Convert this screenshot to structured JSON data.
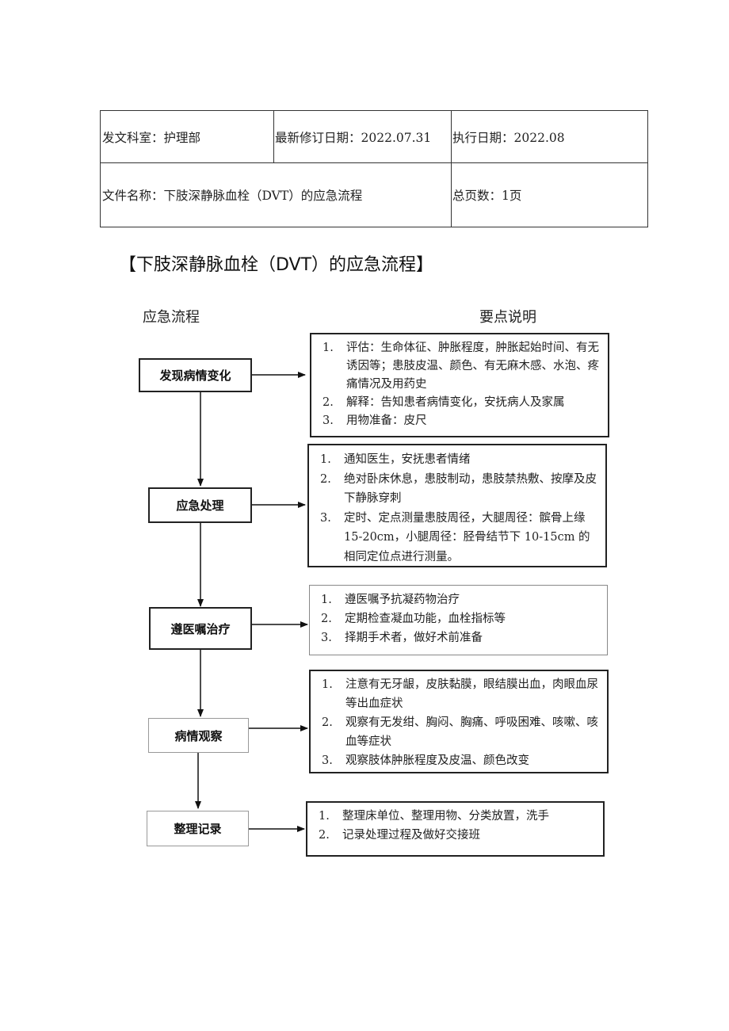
{
  "header": {
    "department": "发文科室：护理部",
    "revision_date": "最新修订日期：2022.07.31",
    "effective_date": "执行日期：2022.08",
    "document_name": "文件名称：下肢深静脉血栓（DVT）的应急流程",
    "total_pages": "总页数：1页"
  },
  "title": "【下肢深静脉血栓（DVT）的应急流程】",
  "columns": {
    "flow": "应急流程",
    "notes": "要点说明"
  },
  "steps": [
    {
      "label": "发现病情变化",
      "notes": [
        {
          "num": "1.",
          "text": "评估：生命体征、肿胀程度，肿胀起始时间、有无诱因等；患肢皮温、颜色、有无麻木感、水泡、疼痛情况及用药史"
        },
        {
          "num": "2.",
          "text": "解释：告知患者病情变化，安抚病人及家属"
        },
        {
          "num": "3.",
          "text": "用物准备：皮尺"
        }
      ]
    },
    {
      "label": "应急处理",
      "notes": [
        {
          "num": "1.",
          "text": "通知医生，安抚患者情绪"
        },
        {
          "num": "2.",
          "text": "绝对卧床休息，患肢制动，患肢禁热敷、按摩及皮下静脉穿刺"
        },
        {
          "num": "3.",
          "text": "定时、定点测量患肢周径，大腿周径：髌骨上缘 15-20cm，小腿周径：胫骨结节下 10-15cm 的相同定位点进行测量。"
        }
      ]
    },
    {
      "label": "遵医嘱治疗",
      "notes": [
        {
          "num": "1.",
          "text": "遵医嘱予抗凝药物治疗"
        },
        {
          "num": "2.",
          "text": "定期检查凝血功能，血栓指标等"
        },
        {
          "num": "3.",
          "text": "择期手术者，做好术前准备"
        }
      ]
    },
    {
      "label": "病情观察",
      "notes": [
        {
          "num": "1.",
          "text": "注意有无牙龈，皮肤黏膜，眼结膜出血，肉眼血尿等出血症状"
        },
        {
          "num": "2.",
          "text": "观察有无发绀、胸闷、胸痛、呼吸困难、咳嗽、咳血等症状"
        },
        {
          "num": "3.",
          "text": "观察肢体肿胀程度及皮温、颜色改变"
        }
      ]
    },
    {
      "label": "整理记录",
      "notes": [
        {
          "num": "1.",
          "text": "整理床单位、整理用物、分类放置，洗手"
        },
        {
          "num": "2.",
          "text": "记录处理过程及做好交接班"
        }
      ]
    }
  ]
}
